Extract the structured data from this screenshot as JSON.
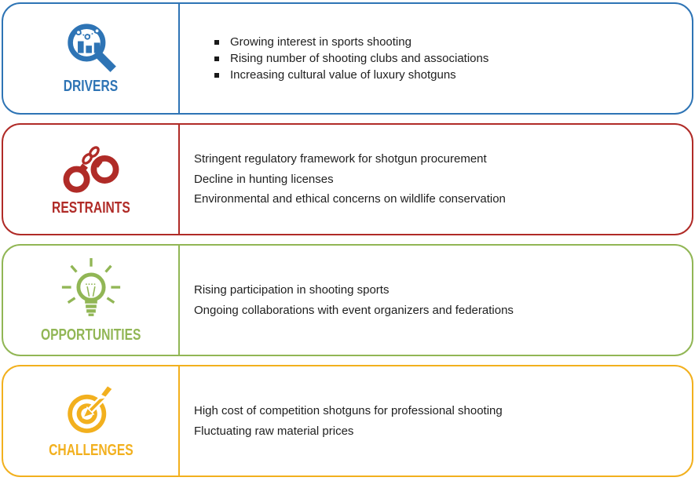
{
  "text_color": "#202020",
  "bullet_color": "#1a1a1a",
  "cards": [
    {
      "label": "DRIVERS",
      "accent": "#2E74B5",
      "icon": "chart-magnifier-icon",
      "items": [
        "Growing interest in sports shooting",
        "Rising number of shooting clubs and associations",
        "Increasing cultural value of luxury shotguns"
      ]
    },
    {
      "label": "RESTRAINTS",
      "accent": "#B02B27",
      "icon": "handcuffs-icon",
      "items": [
        "Stringent regulatory framework for shotgun procurement",
        "Decline in hunting licenses",
        "Environmental and ethical concerns on wildlife conservation"
      ]
    },
    {
      "label": "OPPORTUNITIES",
      "accent": "#91B655",
      "icon": "lightbulb-icon",
      "items": [
        "Rising participation in shooting sports",
        "Ongoing collaborations with event organizers and federations"
      ]
    },
    {
      "label": "CHALLENGES",
      "accent": "#F2B01E",
      "icon": "target-arrow-icon",
      "items": [
        "High cost of competition shotguns for professional shooting",
        "Fluctuating raw material prices"
      ]
    }
  ]
}
